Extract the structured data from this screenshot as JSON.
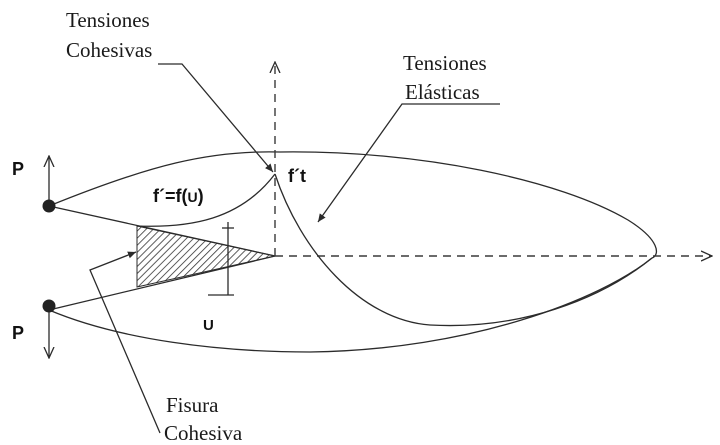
{
  "labels": {
    "cohesive_stress_line1": "Tensiones",
    "cohesive_stress_line2": "Cohesivas",
    "elastic_stress_line1": "Tensiones",
    "elastic_stress_line2": "Elásticas",
    "load_top": "P",
    "load_bottom": "P",
    "stress_function_prefix": "f´=f(",
    "stress_function_var": "U",
    "stress_function_suffix": ")",
    "tensile_strength": "f´t",
    "opening": "U",
    "cohesive_crack_line1": "Fisura",
    "cohesive_crack_line2": "Cohesiva"
  },
  "colors": {
    "ink": "#2b2b2b",
    "hatch": "#333333",
    "background": "#ffffff"
  },
  "icons": {
    "load_arrows": "up-down-arrow-icon",
    "nodes": "filled-circle-icon"
  }
}
